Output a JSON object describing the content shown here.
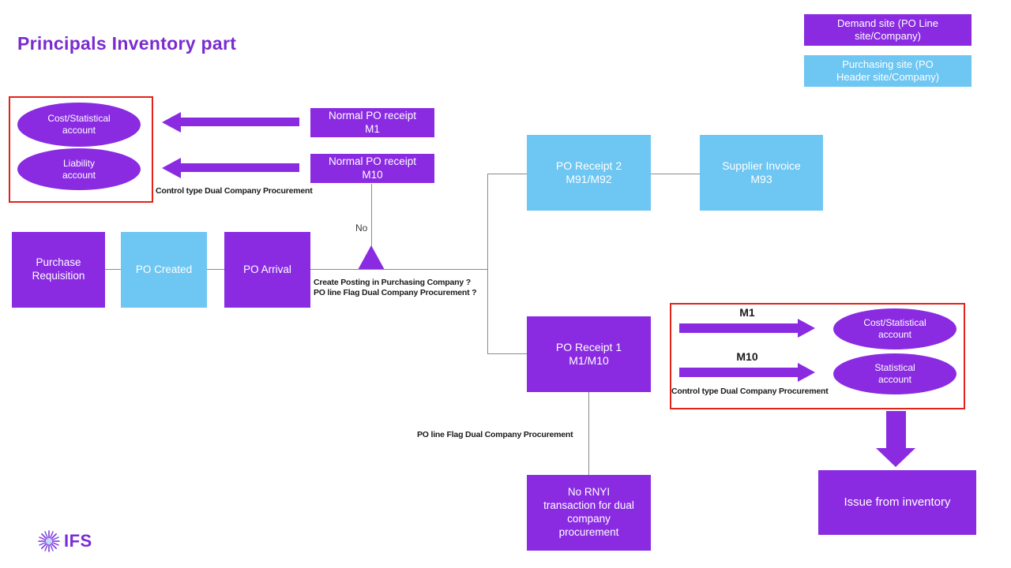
{
  "title": "Principals Inventory part",
  "colors": {
    "purple": "#8A2BE2",
    "light_blue": "#6EC6F2",
    "red_border": "#E2231A",
    "title_purple": "#7A2BD0",
    "connector_gray": "#8a8a8a"
  },
  "legend": {
    "demand": "Demand site (PO Line\nsite/Company)",
    "purchasing": "Purchasing site (PO\nHeader site/Company)"
  },
  "posting_group_left": {
    "ellipse_cost": "Cost/Statistical\naccount",
    "ellipse_liability": "Liability\naccount",
    "caption": "Control type Dual Company Procurement"
  },
  "receipt_boxes": {
    "m1": "Normal PO receipt\nM1",
    "m10": "Normal PO receipt\nM10"
  },
  "flow": {
    "purchase_requisition": "Purchase\nRequisition",
    "po_created": "PO Created",
    "po_arrival": "PO Arrival",
    "decision_no": "No",
    "decision_q1": "Create Posting in Purchasing Company ?",
    "decision_q2": "PO line Flag Dual Company Procurement ?",
    "po_receipt_2": "PO Receipt 2\nM91/M92",
    "supplier_invoice": "Supplier Invoice\nM93",
    "po_receipt_1": "PO Receipt 1\nM1/M10",
    "po_line_flag_label": "PO line Flag Dual Company Procurement",
    "no_rnyi": "No RNYI\ntransaction for dual\ncompany\nprocurement",
    "issue_from_inventory": "Issue from inventory"
  },
  "posting_group_right": {
    "m1_label": "M1",
    "m10_label": "M10",
    "ellipse_cost": "Cost/Statistical\naccount",
    "ellipse_statistical": "Statistical\naccount",
    "caption": "Control type Dual Company Procurement"
  },
  "logo": {
    "text": "IFS"
  }
}
